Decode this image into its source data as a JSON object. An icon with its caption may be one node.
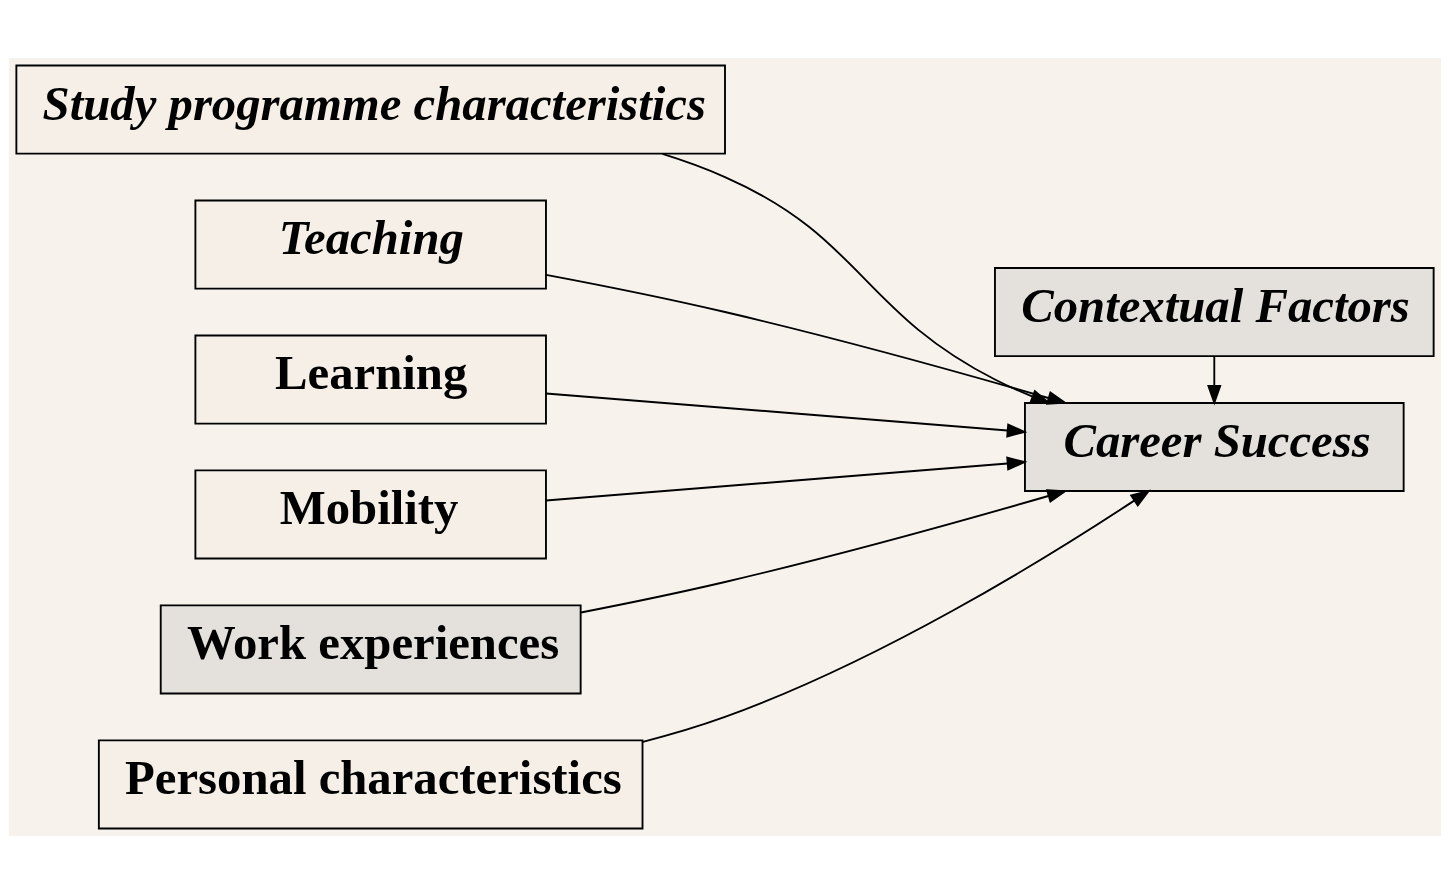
{
  "diagram": {
    "nodes": [
      {
        "text": [
          "Study programme characteristics"
        ]
      },
      {
        "text": [
          "Teaching"
        ]
      },
      {
        "text": [
          "Learning"
        ]
      },
      {
        "text": [
          "Mobility"
        ]
      },
      {
        "text": [
          "Work experiences"
        ]
      },
      {
        "text": [
          "Personal characteristics"
        ]
      },
      {
        "text": [
          "Career Success"
        ]
      },
      {
        "text": [
          "Contextual Factors"
        ]
      }
    ],
    "edges": [
      {
        "from": 0,
        "to": 6,
        "arrow": "to"
      },
      {
        "from": 1,
        "to": 6,
        "arrow": "to"
      },
      {
        "from": 2,
        "to": 6,
        "arrow": "to"
      },
      {
        "from": 3,
        "to": 6,
        "arrow": "to"
      },
      {
        "from": 4,
        "to": 6,
        "arrow": "to"
      },
      {
        "from": 5,
        "to": 6,
        "arrow": "to"
      },
      {
        "from": 7,
        "to": 6,
        "arrow": "to"
      }
    ]
  }
}
